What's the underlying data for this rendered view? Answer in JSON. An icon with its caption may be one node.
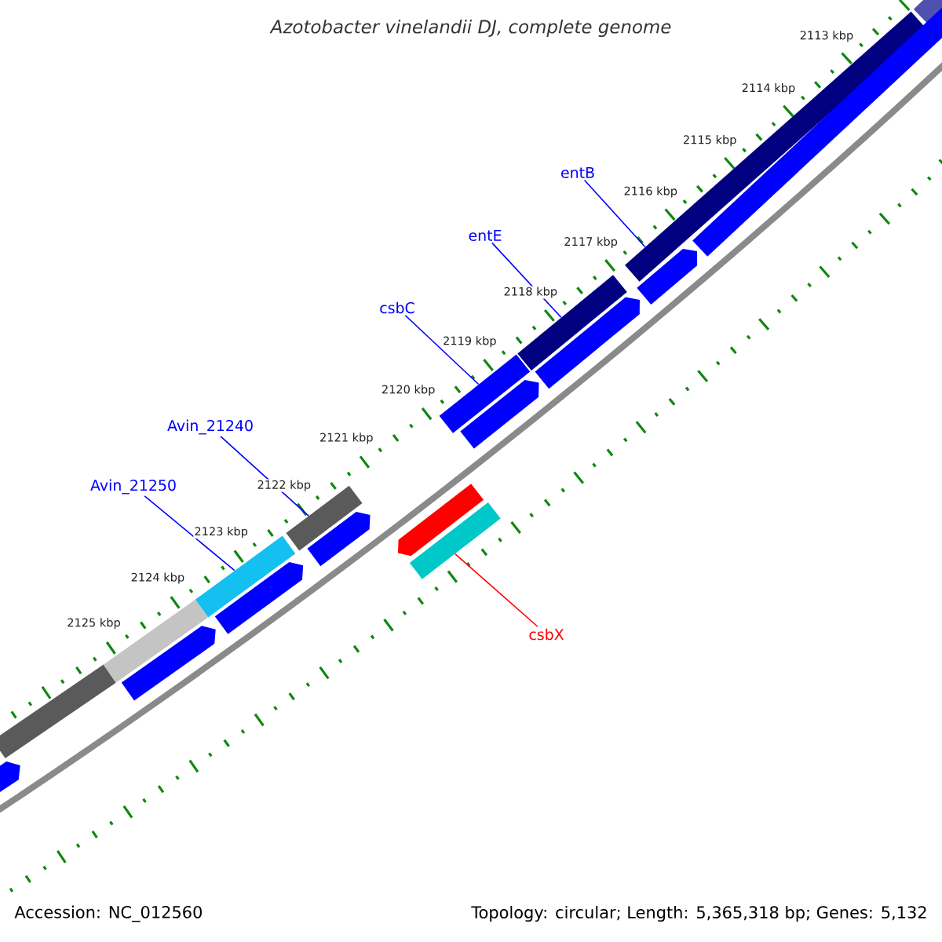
{
  "diagram": {
    "title": "Azotobacter vinelandii DJ, complete genome",
    "nodes": [
      {
        "text": [
          "entB"
        ]
      },
      {
        "text": [
          "entE"
        ]
      },
      {
        "text": [
          "csbC"
        ]
      },
      {
        "text": [
          "Avin_21240"
        ]
      },
      {
        "text": [
          "Avin_21250"
        ]
      },
      {
        "text": [
          "csbX"
        ]
      },
      {
        "text": [],
        "shape": "bar"
      },
      {
        "text": [],
        "shape": "bar"
      },
      {
        "text": [],
        "shape": "bar"
      },
      {
        "text": [],
        "shape": "bar"
      },
      {
        "text": [],
        "shape": "bar"
      },
      {
        "text": [],
        "shape": "bar"
      },
      {
        "text": [],
        "shape": "bar"
      },
      {
        "text": [],
        "shape": "bar"
      },
      {
        "text": [],
        "shape": "bar"
      },
      {
        "text": [],
        "shape": "arrow"
      },
      {
        "text": [],
        "shape": "arrow"
      },
      {
        "text": [],
        "shape": "arrow"
      },
      {
        "text": [],
        "shape": "arrow"
      },
      {
        "text": [],
        "shape": "arrow"
      },
      {
        "text": [],
        "shape": "arrow"
      },
      {
        "text": [],
        "shape": "arrow"
      },
      {
        "text": [],
        "shape": "arrow"
      },
      {
        "text": [],
        "shape": "arrow"
      }
    ],
    "edges": [
      {
        "from": 0,
        "to": 6,
        "arrow": "none"
      },
      {
        "from": 1,
        "to": 7,
        "arrow": "none"
      },
      {
        "from": 2,
        "to": 8,
        "arrow": "none"
      },
      {
        "from": 3,
        "to": 9,
        "arrow": "none"
      },
      {
        "from": 4,
        "to": 10,
        "arrow": "none"
      },
      {
        "from": 5,
        "to": 11,
        "arrow": "none",
        "color": "#ff0000"
      }
    ],
    "labels": [
      "2113 kbp",
      "2114 kbp",
      "2115 kbp",
      "2116 kbp",
      "2117 kbp",
      "2118 kbp",
      "2119 kbp",
      "2120 kbp",
      "2121 kbp",
      "2122 kbp",
      "2123 kbp",
      "2124 kbp",
      "2125 kbp",
      "Accession: NC_012560",
      "Topology: circular; Length: 5,365,318 bp; Genes: 5,132"
    ]
  }
}
